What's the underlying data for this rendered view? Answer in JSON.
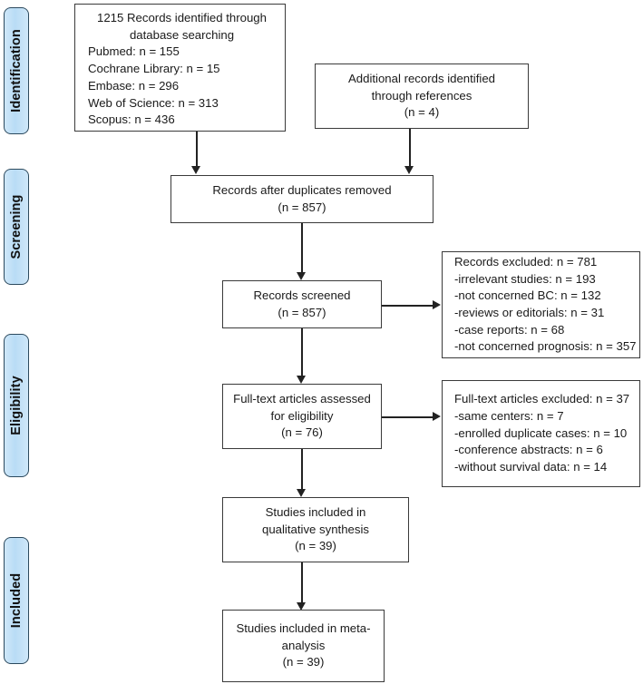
{
  "diagram": {
    "type": "prisma-flow-diagram",
    "title": "PRISMA study selection flow diagram",
    "accent_tab_fill": "#bddcf4",
    "accent_tab_border": "#2c4a5e",
    "box_border": "#3a3a3a",
    "connector_color": "#222222"
  },
  "stages": [
    {
      "id": "identification",
      "label": "Identification"
    },
    {
      "id": "screening",
      "label": "Screening"
    },
    {
      "id": "eligibility",
      "label": "Eligibility"
    },
    {
      "id": "included",
      "label": "Included"
    }
  ],
  "boxes": {
    "identified": {
      "heading_line1": "1215 Records identified through",
      "heading_line2": "database searching",
      "sources": [
        "Pubmed: n = 155",
        "Cochrane Library: n = 15",
        "Embase: n = 296",
        "Web of Science: n = 313",
        "Scopus: n = 436"
      ]
    },
    "additional": {
      "line1": "Additional records identified",
      "line2": "through references",
      "count": "(n = 4)"
    },
    "duplicates_removed": {
      "line1": "Records after duplicates removed",
      "count": "(n = 857)"
    },
    "screened": {
      "line1": "Records screened",
      "count": "(n = 857)"
    },
    "records_excluded": {
      "heading": "Records excluded: n = 781",
      "reasons": [
        "-irrelevant studies: n = 193",
        "-not concerned BC: n = 132",
        "-reviews or editorials: n = 31",
        "-case reports: n = 68",
        "-not concerned prognosis: n = 357"
      ]
    },
    "fulltext_assessed": {
      "line1": "Full-text articles assessed",
      "line2": "for eligibility",
      "count": "(n = 76)"
    },
    "fulltext_excluded": {
      "heading": "Full-text articles excluded: n = 37",
      "reasons": [
        "-same centers: n = 7",
        "-enrolled duplicate cases: n = 10",
        "-conference abstracts: n = 6",
        "-without survival data: n = 14"
      ]
    },
    "qualitative": {
      "line1": "Studies included in",
      "line2": "qualitative synthesis",
      "count": "(n = 39)"
    },
    "quantitative": {
      "line1": "Studies included in meta-",
      "line2": "analysis",
      "count": "(n = 39)"
    }
  },
  "chart_data": {
    "type": "table",
    "title": "PRISMA record counts",
    "categories": [
      "Records identified (database searching)",
      "Pubmed",
      "Cochrane Library",
      "Embase",
      "Web of Science",
      "Scopus",
      "Additional records through references",
      "Records after duplicates removed",
      "Records screened",
      "Records excluded",
      "Full-text articles assessed for eligibility",
      "Full-text articles excluded",
      "Studies included in qualitative synthesis",
      "Studies included in meta-analysis"
    ],
    "values": [
      1215,
      155,
      15,
      296,
      313,
      436,
      4,
      857,
      857,
      781,
      76,
      37,
      39,
      39
    ]
  }
}
